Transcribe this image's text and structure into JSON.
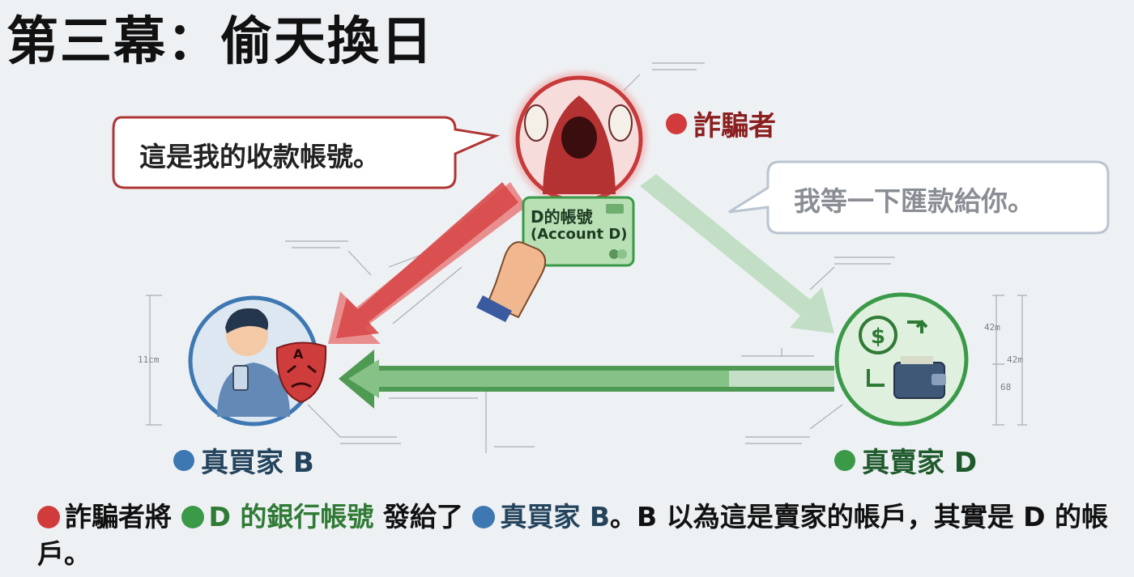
{
  "title": "第三幕：偷天換日",
  "colors": {
    "fraud": "#d23b3b",
    "buyer": "#3d78b3",
    "seller": "#3a9a48",
    "accent_text_green": "#2f7a34"
  },
  "fraudster": {
    "label": "詐騙者",
    "icon": "hooded-fraudster-with-masks-icon"
  },
  "buyer": {
    "label": "真買家 B",
    "icon": "worried-buyer-with-phone-icon",
    "mask_letter": "A"
  },
  "seller": {
    "label": "真賣家 D",
    "icon": "money-and-wallet-icon"
  },
  "speech_fraudster": "這是我的收款帳號。",
  "speech_buyer": "我等一下匯款給你。",
  "card": {
    "line1": "D的帳號",
    "line2": "(Account D)"
  },
  "dimensions": {
    "left_height": "11cm",
    "right_top": "42m",
    "right_mid": "42m",
    "right_bottom": "68"
  },
  "footer": {
    "part1": "詐騙者將",
    "part2": "D 的銀行帳號",
    "part3": "發給了",
    "part4": "真買家 B",
    "part5": "。B 以為這是賣家的帳戶，其實是 D 的帳戶。"
  }
}
